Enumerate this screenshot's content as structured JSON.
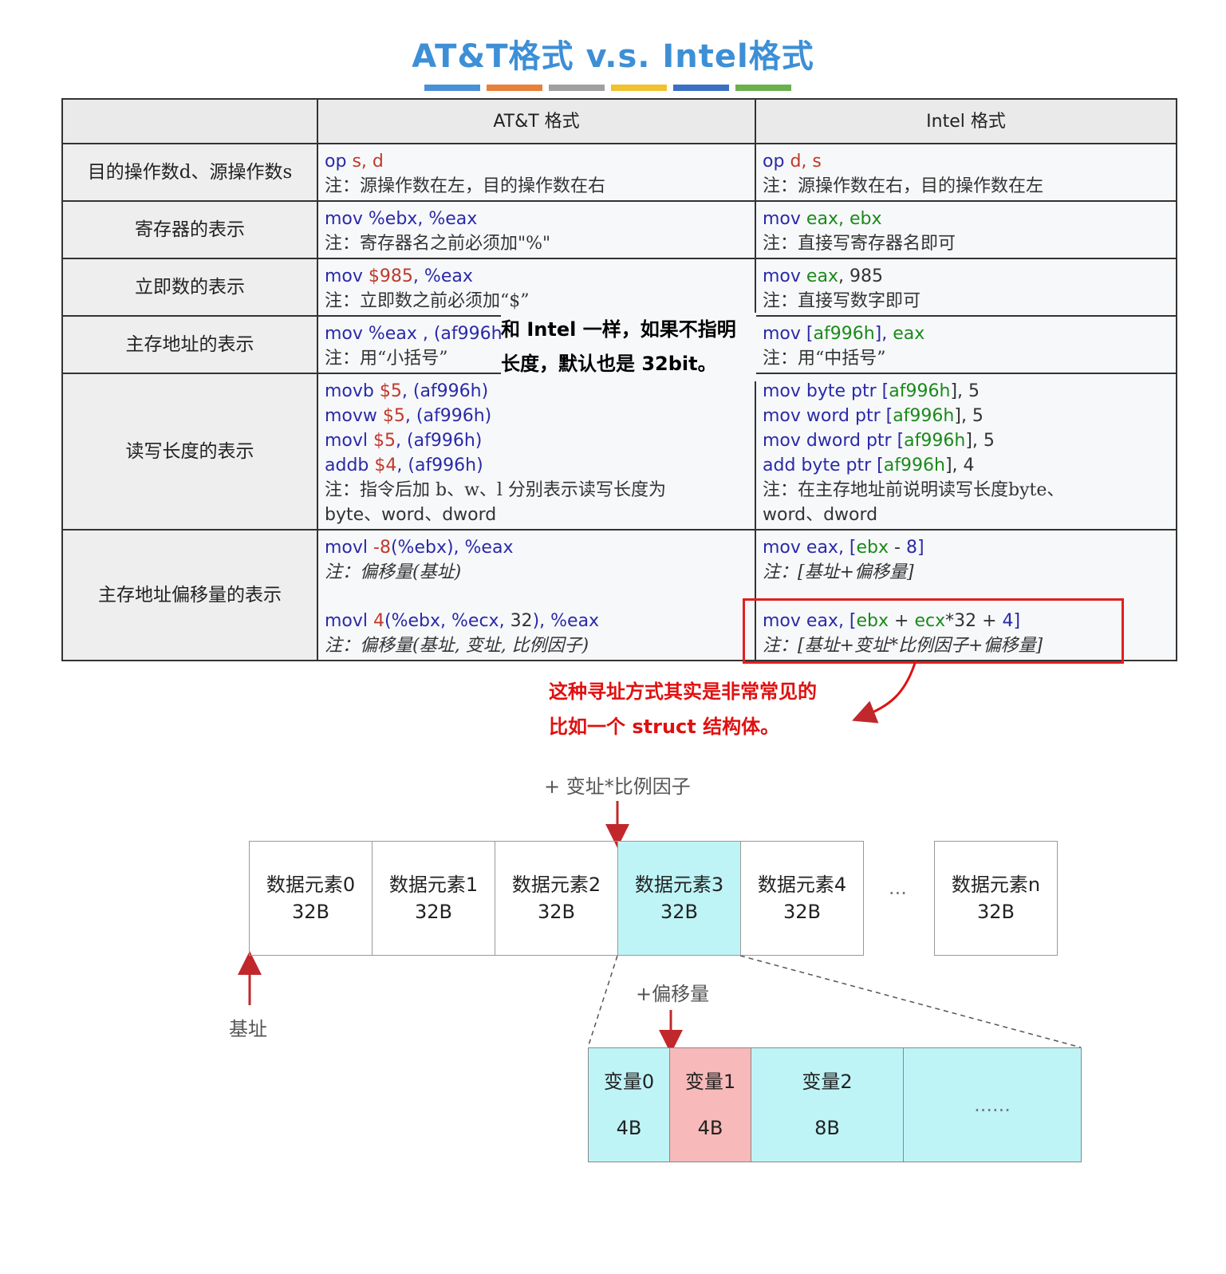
{
  "title": "AT&T格式 v.s. Intel格式",
  "stripe_colors": [
    "#4a90d9",
    "#e8803a",
    "#a0a0a0",
    "#f2c12e",
    "#3a6fc4",
    "#6ab04c"
  ],
  "table": {
    "headers": [
      "",
      "AT&T 格式",
      "Intel 格式"
    ],
    "rows": [
      {
        "label": "目的操作数d、源操作数s",
        "att": {
          "code": [
            "op",
            "s, d"
          ],
          "note": "注：源操作数在左，目的操作数在右"
        },
        "intel": {
          "code": [
            "op",
            "d, s"
          ],
          "note": "注：源操作数在右，目的操作数在左"
        }
      },
      {
        "label": "寄存器的表示",
        "att": {
          "code": [
            "mov %ebx, %eax"
          ],
          "note": "注：寄存器名之前必须加\"%\""
        },
        "intel": {
          "code": [
            "mov",
            "eax, ebx"
          ],
          "note": "注：直接写寄存器名即可"
        }
      },
      {
        "label": "立即数的表示",
        "att": {
          "code": [
            "mov",
            "$985",
            ", %eax"
          ],
          "note": "注：立即数之前必须加“$”"
        },
        "intel": {
          "code": [
            "mov",
            "eax",
            ", 985"
          ],
          "note": "注：直接写数字即可"
        }
      },
      {
        "label": "主存地址的表示",
        "att": {
          "code": [
            "mov %eax , (af996h)"
          ],
          "note": "注：用“小括号”"
        },
        "intel": {
          "code": [
            "mov [",
            "af996h",
            "], ",
            "eax"
          ],
          "note": "注：用“中括号”"
        }
      },
      {
        "label": "读写长度的表示",
        "att": {
          "lines": [
            [
              "movb",
              " $5",
              ", (af996h)"
            ],
            [
              "movw",
              " $5",
              ", (af996h)"
            ],
            [
              "movl",
              " $5",
              ", (af996h)"
            ],
            [
              "addb",
              " $4",
              ", (af996h)"
            ]
          ],
          "note1": "注：指令后加 b、w、l 分别表示读写长度为",
          "note2": "byte、word、dword"
        },
        "intel": {
          "lines": [
            [
              "mov byte ptr [",
              "af996h",
              "], 5"
            ],
            [
              "mov word ptr [",
              "af996h",
              "], 5"
            ],
            [
              "mov dword ptr [",
              "af996h",
              "], 5"
            ],
            [
              "add byte ptr [",
              "af996h",
              "], 4"
            ]
          ],
          "note1": "注：在主存地址前说明读写长度byte、",
          "note2": "word、dword"
        }
      },
      {
        "label": "主存地址偏移量的表示",
        "att": {
          "code1": [
            "movl ",
            "-8",
            "(%ebx), %eax"
          ],
          "note1": "注：偏移量(基址)",
          "code2": [
            "movl ",
            "4",
            "(%ebx, %ecx, ",
            "32",
            "), %eax"
          ],
          "note2": "注：偏移量(基址, 变址, 比例因子)"
        },
        "intel": {
          "code1": [
            "mov eax, [",
            "ebx",
            " - ",
            "8",
            "]"
          ],
          "note1": "注：[基址+偏移量]",
          "code2": [
            "mov eax, [",
            "ebx",
            " + ",
            "ecx",
            "*32 + ",
            "4",
            "]"
          ],
          "note2": "注：[基址+变址*比例因子+偏移量]"
        }
      }
    ]
  },
  "overlay": {
    "line1": "和 Intel 一样，如果不指明",
    "line2": "长度，默认也是 32bit。"
  },
  "red_note": {
    "line1": "这种寻址方式其实是非常常见的",
    "line2": "比如一个 struct 结构体。"
  },
  "diagram": {
    "top_label": "+ 变址*比例因子",
    "base_label": "基址",
    "offset_label": "+偏移量",
    "ellipsis": "···",
    "elements": [
      {
        "name": "数据元素0",
        "size": "32B"
      },
      {
        "name": "数据元素1",
        "size": "32B"
      },
      {
        "name": "数据元素2",
        "size": "32B"
      },
      {
        "name": "数据元素3",
        "size": "32B"
      },
      {
        "name": "数据元素4",
        "size": "32B"
      },
      {
        "name": "数据元素n",
        "size": "32B"
      }
    ],
    "fields": [
      {
        "name": "变量0",
        "size": "4B"
      },
      {
        "name": "变量1",
        "size": "4B"
      },
      {
        "name": "变量2",
        "size": "8B"
      },
      {
        "name": "......",
        "size": ""
      }
    ],
    "colors": {
      "highlight": "#bff4f7",
      "pink": "#f7b9b9",
      "arrow": "#c0282c"
    }
  }
}
